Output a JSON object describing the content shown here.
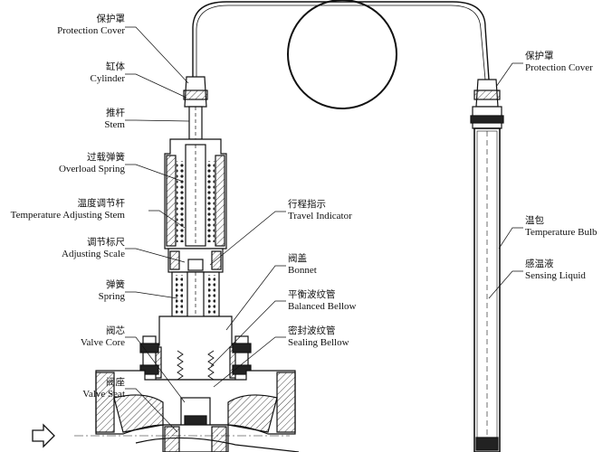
{
  "left_labels": [
    {
      "cn": "保护罩",
      "en": "Protection Cover"
    },
    {
      "cn": "缸体",
      "en": "Cylinder"
    },
    {
      "cn": "推杆",
      "en": "Stem"
    },
    {
      "cn": "过载弹簧",
      "en": "Overload Spring"
    },
    {
      "cn": "温度调节杆",
      "en": "Temperature Adjusting Stem"
    },
    {
      "cn": "调节标尺",
      "en": "Adjusting Scale"
    },
    {
      "cn": "弹簧",
      "en": "Spring"
    },
    {
      "cn": "阀芯",
      "en": "Valve Core"
    },
    {
      "cn": "阀座",
      "en": "Valve Seat"
    }
  ],
  "center_labels": [
    {
      "cn": "行程指示",
      "en": "Travel Indicator"
    },
    {
      "cn": "阀盖",
      "en": "Bonnet"
    },
    {
      "cn": "平衡波纹管",
      "en": "Balanced Bellow"
    },
    {
      "cn": "密封波纹管",
      "en": "Sealing Bellow"
    }
  ],
  "right_labels": [
    {
      "cn": "保护罩",
      "en": "Protection Cover"
    },
    {
      "cn": "温包",
      "en": "Temperature Bulb"
    },
    {
      "cn": "感温液",
      "en": "Sensing Liquid"
    }
  ],
  "colors": {
    "line": "#111111",
    "hatch": "#555555",
    "background": "#ffffff"
  }
}
